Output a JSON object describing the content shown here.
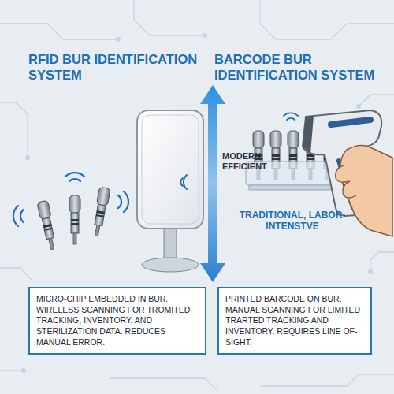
{
  "diagram": {
    "nodes": [
      {
        "text": [
          "MICRO-CHIP EMBEDDED IN BUR. WIRELESS SCANNING FOR TROMITED TRACKING, INVENTORY, AND STERILIZATION DATA. REDUCES MANUAL ERROR."
        ]
      },
      {
        "text": [
          "PRINTED BARCODE ON BUR. MANUAL SCANNING FOR LIMITED TRARTED TRACKING AND INVENTORY. REQUIRES LINE OF-SIGHT."
        ]
      }
    ],
    "labels": [
      "RFID BUR IDENTIFICATION SYSTEM",
      "BARCODE BUR IDENTIFICATION SYSTEM",
      "MODERN, EFFICIENT",
      "TRADITIONAL, LABOR-INTENSTVE"
    ]
  }
}
